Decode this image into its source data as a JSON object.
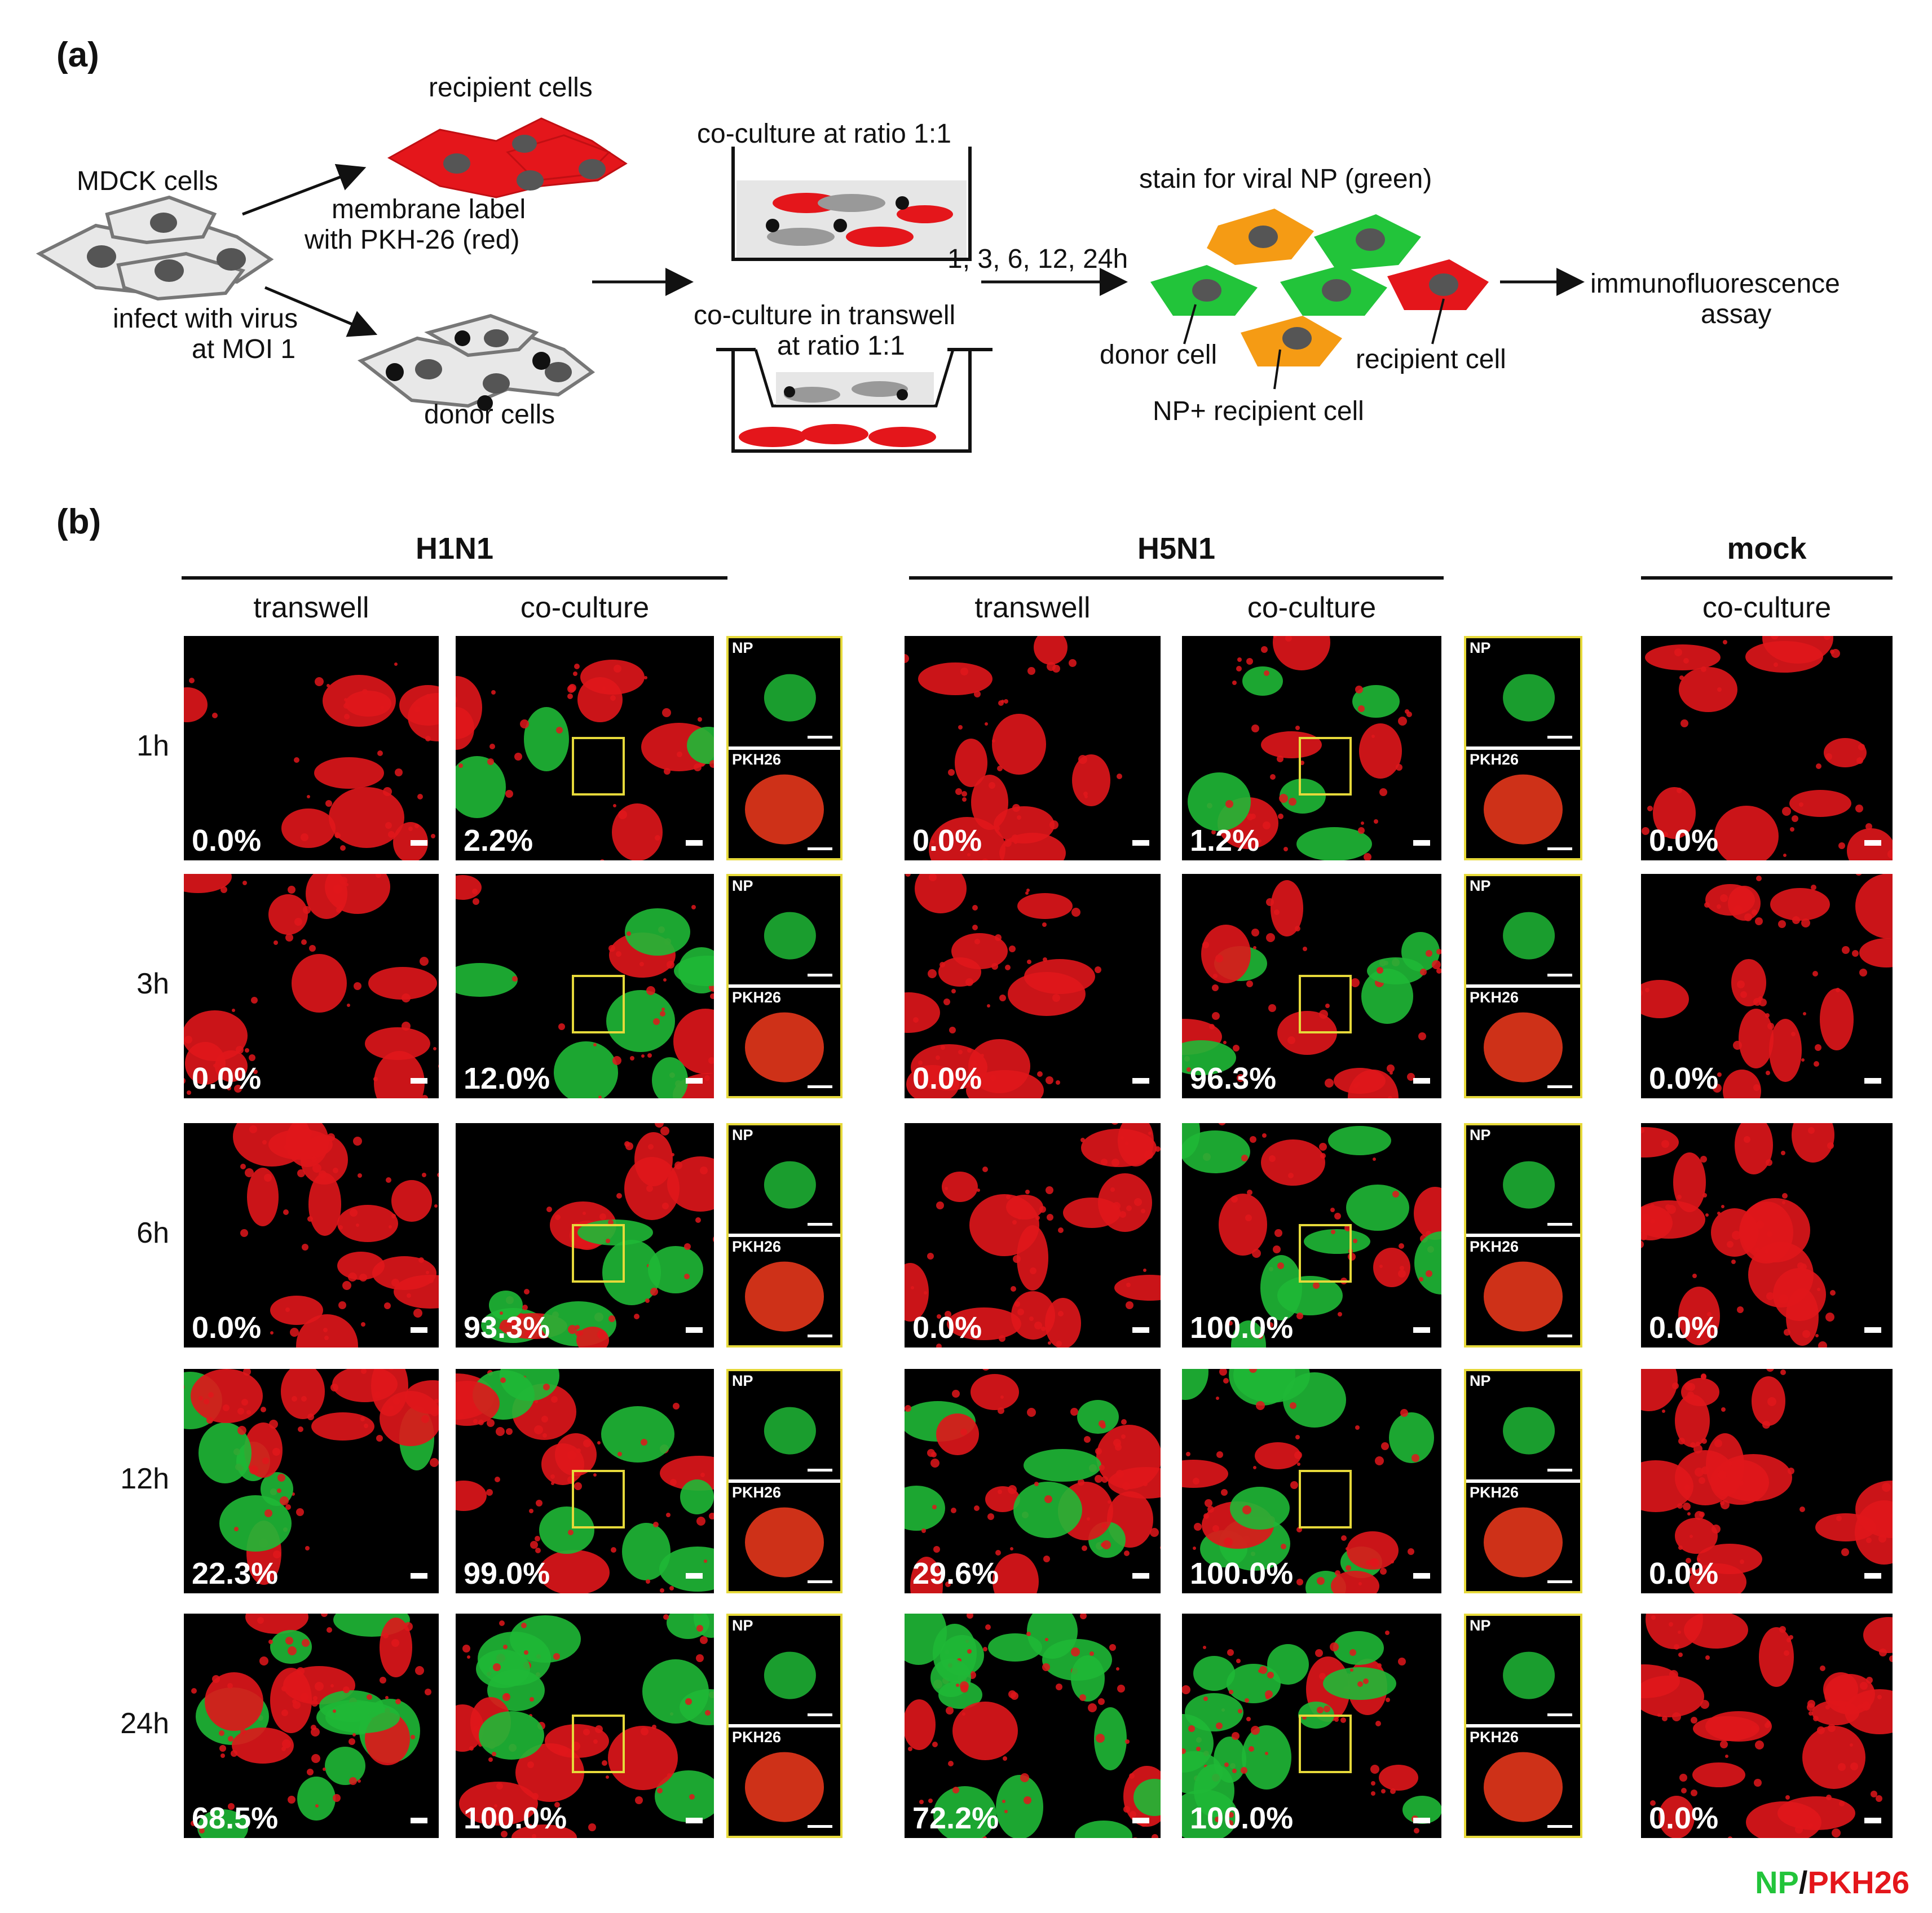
{
  "panel_a": {
    "letter": "(a)",
    "mdck": "MDCK cells",
    "recipient": "recipient cells",
    "membrane_1": "membrane label",
    "membrane_2": "with PKH-26 (red)",
    "infect_1": "infect with virus",
    "infect_2": "at MOI 1",
    "donor": "donor cells",
    "coculture": "co-culture at ratio 1:1",
    "transwell_1": "co-culture in transwell",
    "transwell_2": "at ratio 1:1",
    "times": "1, 3, 6, 12, 24h",
    "stain": "stain for viral NP (green)",
    "donor_cell": "donor cell",
    "recipient_cell": "recipient cell",
    "np_recipient": "NP+ recipient cell",
    "assay_1": "immunofluorescence",
    "assay_2": "assay"
  },
  "panel_b": {
    "letter": "(b)",
    "groups": [
      "H1N1",
      "H5N1",
      "mock"
    ],
    "subheaders": [
      "transwell",
      "co-culture",
      "transwell",
      "co-culture",
      "co-culture"
    ],
    "rows": [
      "1h",
      "3h",
      "6h",
      "12h",
      "24h"
    ],
    "inset_np": "NP",
    "inset_pkh": "PKH26",
    "h1n1_transwell": [
      "0.0%",
      "0.0%",
      "0.0%",
      "22.3%",
      "68.5%"
    ],
    "h1n1_coculture": [
      "2.2%",
      "12.0%",
      "93.3%",
      "99.0%",
      "100.0%"
    ],
    "h5n1_transwell": [
      "0.0%",
      "0.0%",
      "0.0%",
      "29.6%",
      "72.2%"
    ],
    "h5n1_coculture": [
      "1.2%",
      "96.3%",
      "100.0%",
      "100.0%",
      "100.0%"
    ],
    "mock_coculture": [
      "0.0%",
      "0.0%",
      "0.0%",
      "0.0%",
      "0.0%"
    ],
    "legend_np": "NP",
    "legend_slash": "/",
    "legend_pkh": "PKH26"
  },
  "colors": {
    "np_green": "#22c43a",
    "pkh_red": "#e4161b",
    "box_yellow": "#e6d93a",
    "nuclei": "#555555",
    "np_orange": "#f59b14"
  }
}
